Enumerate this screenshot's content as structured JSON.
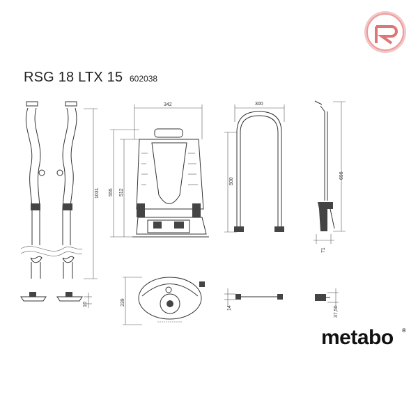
{
  "header": {
    "model": "RSG 18 LTX 15",
    "part_number": "602038"
  },
  "logo": {
    "text": "metabo",
    "registered": "®"
  },
  "watermark": {
    "icon": "circle-r-logo-icon",
    "color": "#e88"
  },
  "dimensions": {
    "harness_height": "1031",
    "harness_foot": "10",
    "tank_width": "342",
    "tank_height_total": "555",
    "tank_height_body": "512",
    "tank_depth": "239",
    "lance_width": "300",
    "lance_height": "500",
    "lance_diameter": "14",
    "nozzle_length": "696",
    "nozzle_handle": "71",
    "nozzle_tip": "37,50"
  },
  "colors": {
    "line": "#333333",
    "accent": "#d33"
  }
}
